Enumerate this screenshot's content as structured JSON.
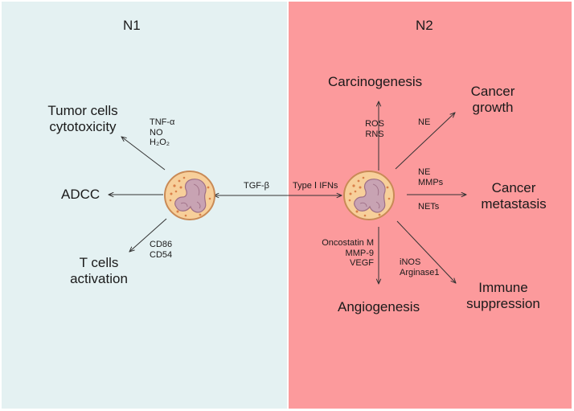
{
  "n1": {
    "title": "N1",
    "outcomes": {
      "tumor_cytotoxicity": [
        "Tumor cells",
        "cytotoxicity"
      ],
      "adcc": "ADCC",
      "t_cell_activation": [
        "T cells",
        "activation"
      ]
    },
    "mediators": {
      "cytotoxicity": [
        "TNF-α",
        "NO",
        "H₂O₂"
      ],
      "t_cells": [
        "CD86",
        "CD54"
      ]
    }
  },
  "n2": {
    "title": "N2",
    "outcomes": {
      "carcinogenesis": "Carcinogenesis",
      "cancer_growth": [
        "Cancer",
        "growth"
      ],
      "cancer_metastasis": [
        "Cancer",
        "metastasis"
      ],
      "immune_suppression": [
        "Immune",
        "suppression"
      ],
      "angiogenesis": "Angiogenesis"
    },
    "mediators": {
      "carcinogenesis": [
        "ROS",
        "RNS"
      ],
      "growth": [
        "NE"
      ],
      "metastasis_upper": [
        "NE",
        "MMPs"
      ],
      "metastasis_lower": [
        "NETs"
      ],
      "immune": [
        "iNOS",
        "Arginase1"
      ],
      "angiogenesis": [
        "Oncostatin M",
        "MMP-9",
        "VEGF"
      ]
    }
  },
  "polarization": {
    "to_n1": "TGF-β",
    "to_n2": "Type Ⅰ IFNs"
  },
  "colors": {
    "n1_background": "#e4f1f2",
    "n2_background": "#fc9a9c",
    "cell_cytoplasm": "#f7cf9a",
    "cell_membrane": "#c98a56",
    "nucleus": "#c8a3b3",
    "granules": "#d9804a"
  }
}
